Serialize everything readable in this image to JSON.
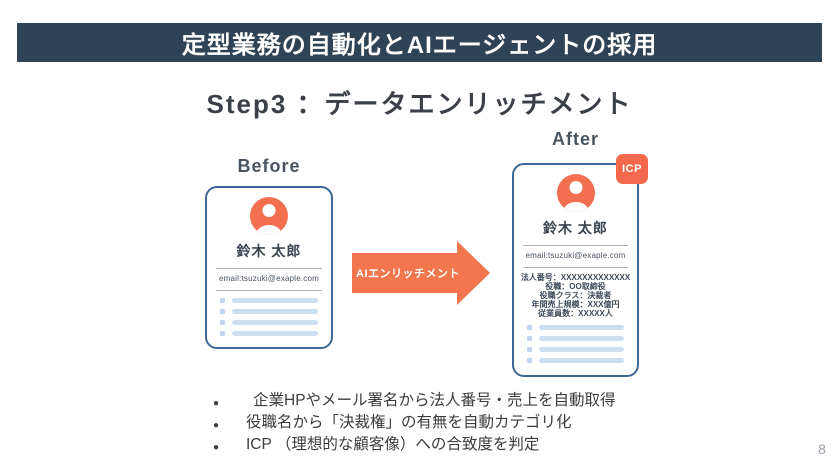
{
  "slide": {
    "header": {
      "title": "定型業務の自動化とAIエージェントの採用"
    },
    "step_title": "Step3 ：データエンリッチメント",
    "page_number": "8"
  },
  "before": {
    "label": "Before",
    "card": {
      "name": "鈴木 太郎",
      "email": "email:tsuzuki@exaple.com"
    }
  },
  "arrow": {
    "label": "AIエンリッチメント"
  },
  "after": {
    "label": "After",
    "badge": "ICP",
    "card": {
      "name": "鈴木 太郎",
      "email": "email:tsuzuki@exaple.com",
      "enriched_fields": [
        "法人番号：XXXXXXXXXXXXX",
        "役職：OO取締役",
        "役職クラス：決裁者",
        "年間売上規模：XXX億円",
        "従業員数：XXXXX人"
      ]
    }
  },
  "bullets": {
    "items": [
      "企業HPやメール署名から法人番号・売上を自動取得",
      "役職名から「決裁権」の有無を自動カテゴリ化",
      "ICP （理想的な顧客像）への合致度を判定"
    ]
  },
  "colors": {
    "header_bg": "#2E4356",
    "accent_orange": "#F4764F",
    "avatar_orange": "#F46E50",
    "badge_orange": "#F4694C",
    "card_border": "#3A6795",
    "placeholder_bar": "#CBDEF2"
  }
}
